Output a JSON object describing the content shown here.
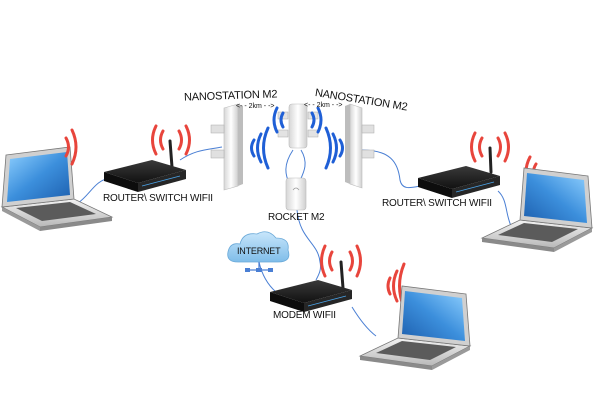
{
  "labels": {
    "nanostation_left": "NANOSTATION M2",
    "nanostation_right": "NANOSTATION M2",
    "distance_left": "<- - 2km - ->",
    "distance_right": "<- - 2km - ->",
    "rocket": "ROCKET M2",
    "router_left": "ROUTER\\ SWITCH WIFII",
    "router_right": "ROUTER\\ SWITCH WIFII",
    "modem": "MODEM WIFII",
    "internet": "INTERNET"
  },
  "colors": {
    "wifi_signal": "#e8453c",
    "link_signal": "#1f5fd6",
    "cable": "#4a7fd4",
    "device_body": "#1c1c1c",
    "cloud": "#a9d3f2",
    "laptop_screen": "#4aa3e8"
  },
  "icons": [
    "laptop-icon",
    "router-icon",
    "nanostation-icon",
    "rocket-antenna-icon",
    "modem-icon",
    "cloud-icon",
    "wifi-signal-icon"
  ]
}
